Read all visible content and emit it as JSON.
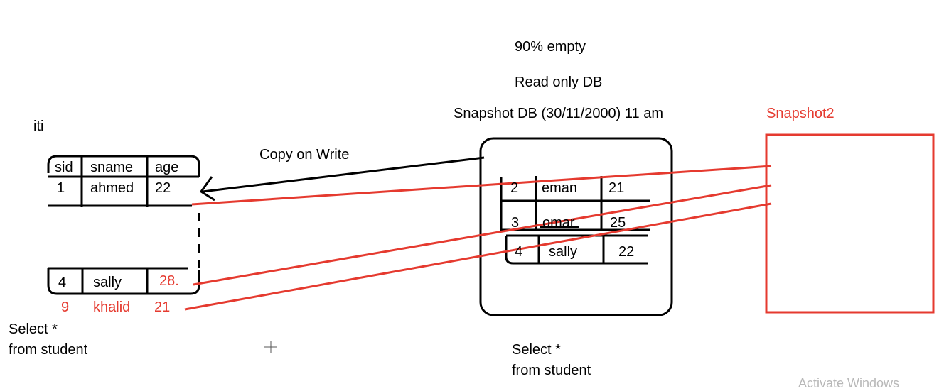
{
  "header": {
    "empty_note": "90% empty",
    "readonly_note": "Read only DB",
    "snapshot_title": "Snapshot DB (30/11/2000)  11 am"
  },
  "source_db": {
    "name": "iti",
    "columns": [
      "sid",
      "sname",
      "age"
    ],
    "rows": [
      {
        "sid": "1",
        "sname": "ahmed",
        "age": "22"
      },
      {
        "sid": "4",
        "sname": "sally",
        "age": "28."
      }
    ],
    "added_row": {
      "sid": "9",
      "sname": "khalid",
      "age": "21"
    },
    "query_line1": "Select *",
    "query_line2": "from student"
  },
  "snapshot_db": {
    "rows": [
      {
        "sid": "2",
        "sname": "eman",
        "age": "21"
      },
      {
        "sid": "3",
        "sname": "omar",
        "age": "25"
      },
      {
        "sid": "4",
        "sname": "sally",
        "age": "22"
      }
    ],
    "query_line1": "Select *",
    "query_line2": "from student"
  },
  "snapshot2": {
    "label": "Snapshot2"
  },
  "arrow_label": "Copy on Write",
  "watermark": "Activate Windows",
  "colors": {
    "ink": "#000000",
    "red": "#e53a2f",
    "watermark": "#b8b8b8"
  }
}
